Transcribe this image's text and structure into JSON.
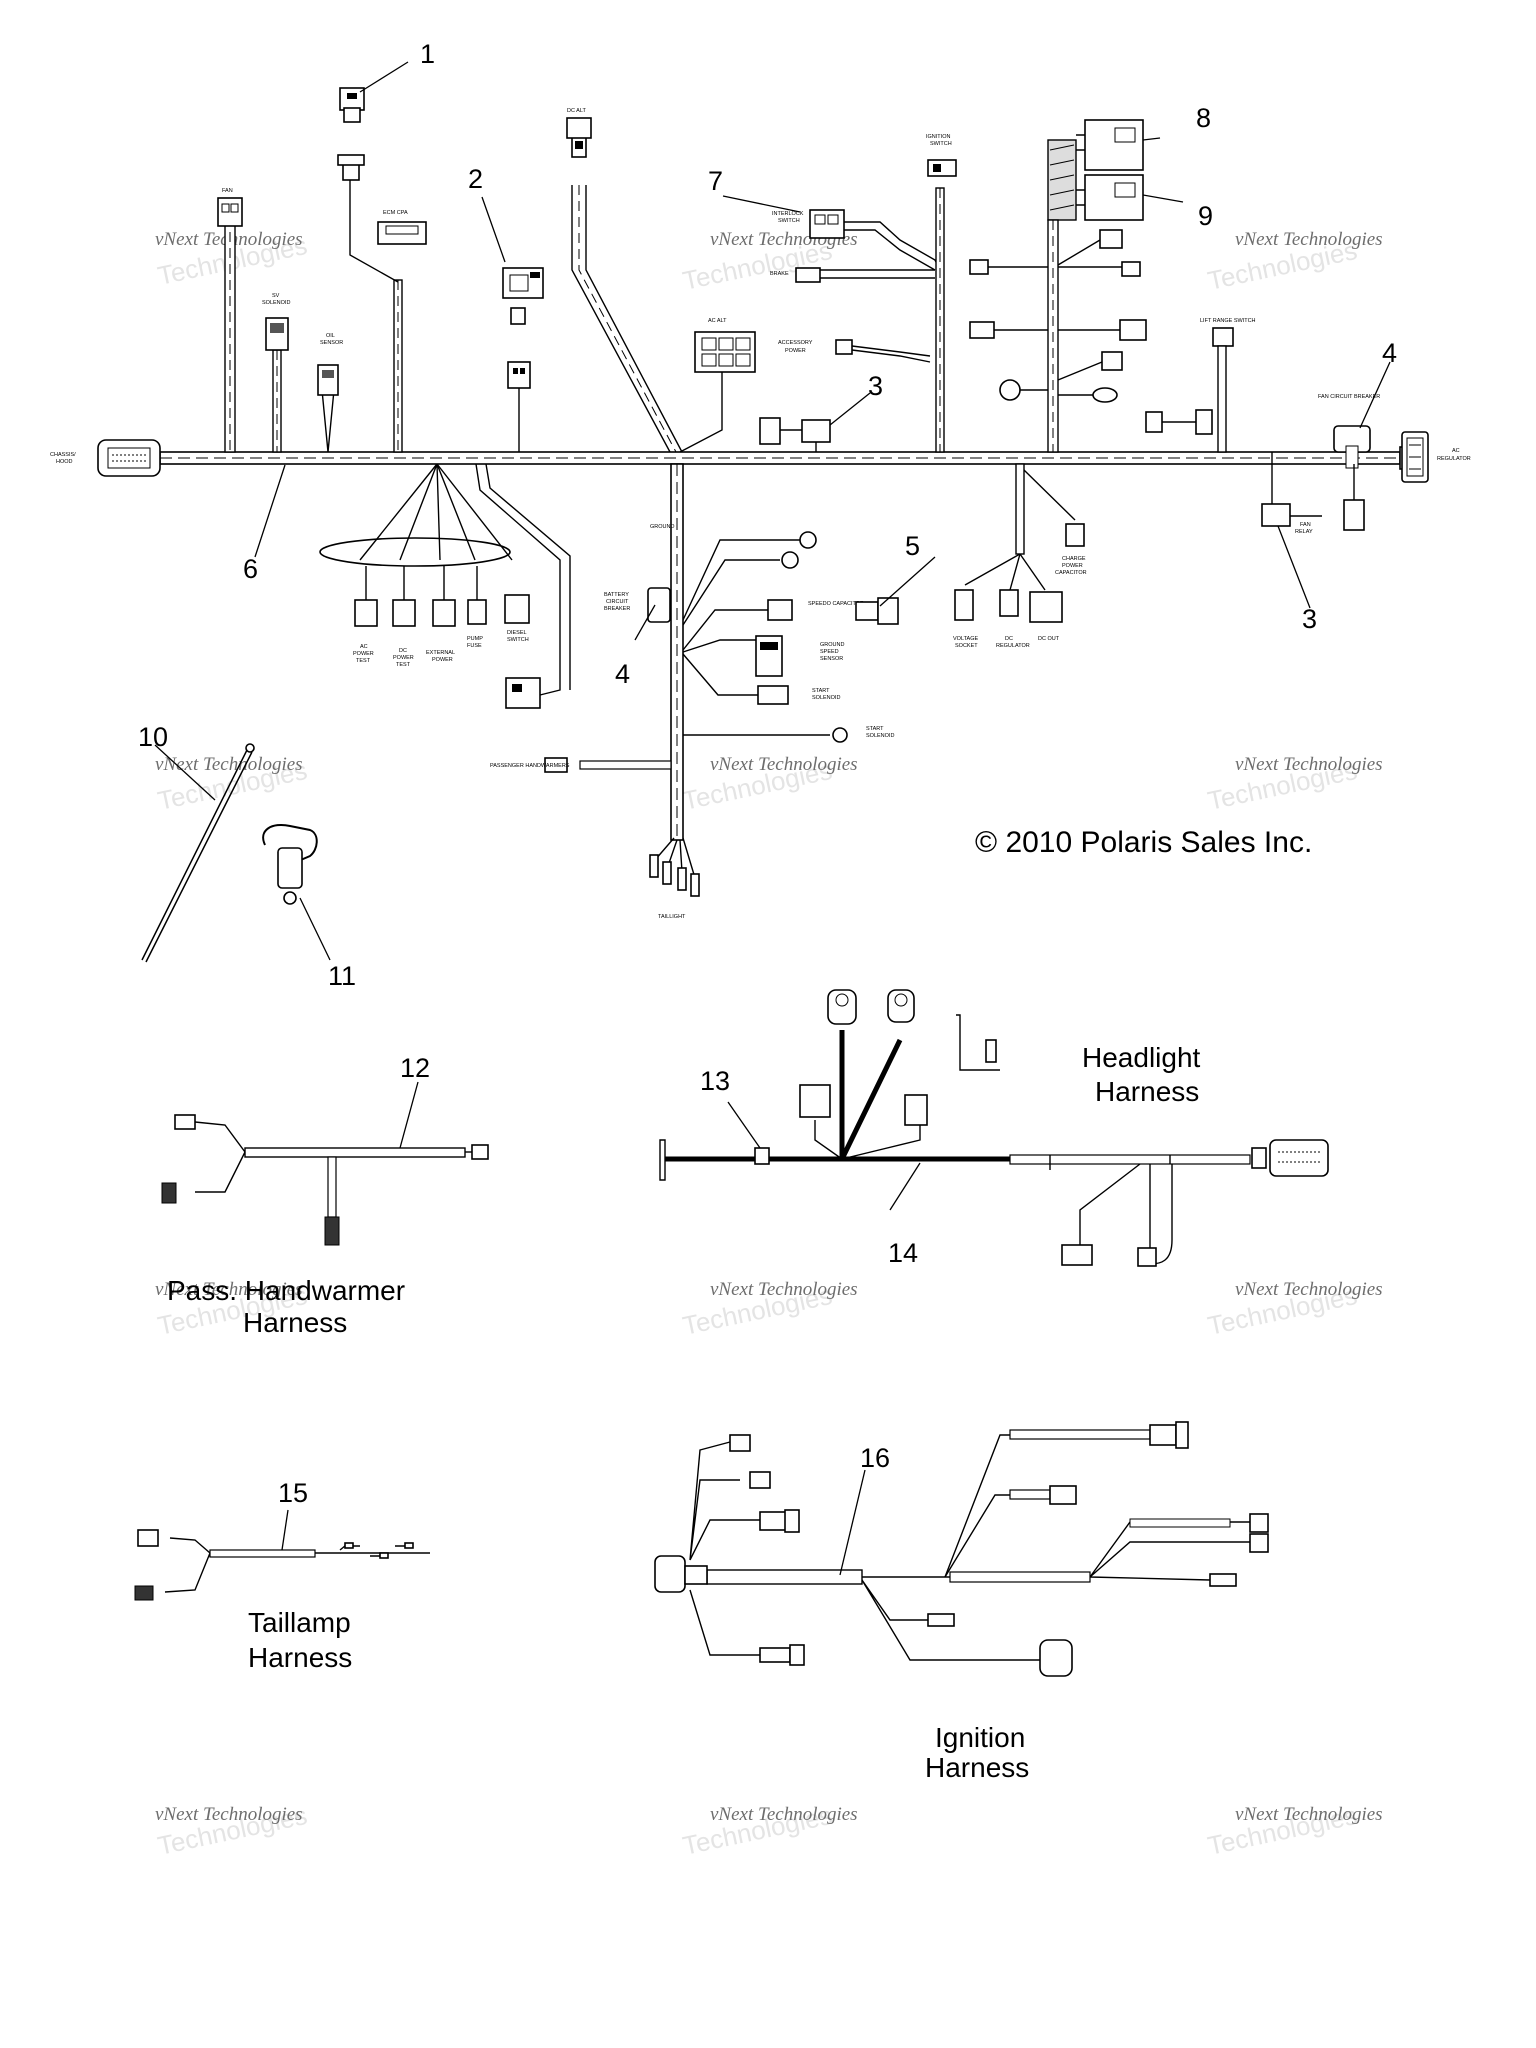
{
  "copyright": "© 2010 Polaris Sales Inc.",
  "watermark": {
    "line1": "vNext Technologies",
    "line2": "Technologies"
  },
  "callouts": {
    "c1": "1",
    "c2": "2",
    "c3a": "3",
    "c3b": "3",
    "c4a": "4",
    "c4b": "4",
    "c5": "5",
    "c6": "6",
    "c7": "7",
    "c8": "8",
    "c9": "9",
    "c10": "10",
    "c11": "11",
    "c12": "12",
    "c13": "13",
    "c14": "14",
    "c15": "15",
    "c16": "16"
  },
  "harness_titles": {
    "headlight_l1": "Headlight",
    "headlight_l2": "Harness",
    "pass_l1": "Pass. Handwarmer",
    "pass_l2": "Harness",
    "taillamp_l1": "Taillamp",
    "taillamp_l2": "Harness",
    "ignition_l1": "Ignition",
    "ignition_l2": "Harness"
  },
  "component_labels": {
    "chassis_l1": "CHASSIS/",
    "chassis_l2": "HOOD",
    "ac_regulator_l1": "AC",
    "ac_regulator_l2": "REGULATOR",
    "dc_alt": "DC ALT",
    "ac_alt": "AC ALT",
    "ignition_switch_l1": "IGNITION",
    "ignition_switch_l2": "SWITCH",
    "fan": "FAN",
    "ecm": "ECM CPA",
    "sv_solenoid_l1": "SV",
    "sv_solenoid_l2": "SOLENOID",
    "oil_sensor_l1": "OIL",
    "oil_sensor_l2": "SENSOR",
    "accessory_power_l1": "ACCESSORY",
    "accessory_power_l2": "POWER",
    "lift_range_switch": "LIFT RANGE SWITCH",
    "fan_circuit_breaker": "FAN CIRCUIT BREAKER",
    "fan_relay_l1": "FAN",
    "fan_relay_l2": "RELAY",
    "battery_breaker_l1": "BATTERY",
    "battery_breaker_l2": "CIRCUIT",
    "battery_breaker_l3": "BREAKER",
    "speedo_capacitor": "SPEEDO CAPACITOR",
    "ground_speed_l1": "GROUND",
    "ground_speed_l2": "SPEED",
    "ground_speed_l3": "SENSOR",
    "start_solenoid_l1": "START",
    "start_solenoid_l2": "SOLENOID",
    "start_solenoid2_l1": "START",
    "start_solenoid2_l2": "SOLENOID",
    "passenger_handwarmers": "PASSENGER HANDWARMERS",
    "taillight": "TAILLIGHT",
    "ac_power_l1": "AC",
    "ac_power_l2": "POWER",
    "ac_power_l3": "TEST",
    "dc_power_l1": "DC",
    "dc_power_l2": "POWER",
    "dc_power_l3": "TEST",
    "external_power_l1": "EXTERNAL",
    "external_power_l2": "POWER",
    "fuse_pump_l1": "PUMP",
    "fuse_pump_l2": "FUSE",
    "diesel_switch_l1": "DIESEL",
    "diesel_switch_l2": "SWITCH",
    "voltage_socket_l1": "VOLTAGE",
    "voltage_socket_l2": "SOCKET",
    "dc_regulator_l1": "DC",
    "dc_regulator_l2": "REGULATOR",
    "dc_out_l1": "DC OUT",
    "charge_power_l1": "CHARGE",
    "charge_power_l2": "POWER",
    "charge_power_l3": "CAPACITOR",
    "interlock_l1": "INTERLOCK",
    "interlock_l2": "SWITCH",
    "brake": "BRAKE",
    "ground": "GROUND"
  }
}
